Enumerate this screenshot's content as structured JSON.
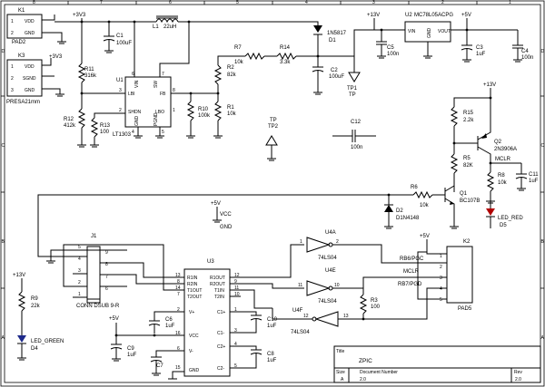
{
  "frame": {
    "col_labels": [
      "8",
      "7",
      "6",
      "5",
      "4",
      "3",
      "2",
      "1"
    ],
    "row_labels": [
      "D",
      "C",
      "B",
      "A"
    ]
  },
  "title_block": {
    "title_label": "Title",
    "title": "ZPIC",
    "size_label": "Size",
    "size": "A",
    "docnum_label": "Document Number",
    "docnum": "2.0",
    "rev_label": "Rev",
    "rev": "2.0"
  },
  "nets": {
    "plus3v3_a": "+3V3",
    "plus3v3_b": "+3V3",
    "plus13v_a": "+13V",
    "plus13v_b": "+13V",
    "plus13v_c": "+13V",
    "plus5v_a": "+5V",
    "plus5v_b": "+5V",
    "plus5v_c": "+5V",
    "plus5v_d": "+5V",
    "vcc": "VCC",
    "gnd": "GND",
    "rb6": "RB6/PGC",
    "mclr": "MCLR",
    "rb7": "RB7/PGD",
    "mclr2": "MCLR"
  },
  "k1": {
    "ref": "K1",
    "name": "PAD2",
    "pin1": "VDD",
    "pin2": "GND",
    "n1": "1",
    "n2": "2"
  },
  "k3": {
    "ref": "K3",
    "name": "PRESA21mm",
    "pin1": "VDD",
    "pin2": "SGND",
    "pin3": "GND",
    "n1": "1",
    "n2": "2",
    "n3": "3"
  },
  "c1": {
    "ref": "C1",
    "val": "100uF"
  },
  "l1": {
    "ref": "L1",
    "val": "22uH"
  },
  "d1": {
    "ref": "1N5817",
    "val": "D1"
  },
  "r11": {
    "ref": "R11",
    "val": "316k"
  },
  "r12": {
    "ref": "R12",
    "val": "412k"
  },
  "r13": {
    "ref": "R13",
    "val": "100"
  },
  "u1": {
    "ref": "U1",
    "name": "LT1303",
    "vin": "VIN",
    "sw": "SW",
    "lbi": "LBI",
    "fb": "FB",
    "shdn": "SHDN",
    "lbo": "LBO",
    "gnd": "GND",
    "pgnd": "PGND",
    "p6": "6",
    "p7": "7",
    "p3": "3",
    "p8": "8",
    "p2": "2",
    "p1": "1",
    "p4": "4",
    "p5": "5"
  },
  "r7": {
    "ref": "R7",
    "val": "10k"
  },
  "r14": {
    "ref": "R14",
    "val": "3.3k"
  },
  "r2": {
    "ref": "R2",
    "val": "82k"
  },
  "r10": {
    "ref": "R10",
    "val": "100k"
  },
  "r1": {
    "ref": "R1",
    "val": "10k"
  },
  "c2": {
    "ref": "C2",
    "val": "100uF"
  },
  "tp1": {
    "ref": "TP1",
    "val": "TP"
  },
  "tp2": {
    "ref": "TP",
    "val": "TP2"
  },
  "c5": {
    "ref": "C5",
    "val": "100n"
  },
  "u2": {
    "ref": "U2",
    "name": "MC78L05ACPG",
    "vin": "VIN",
    "gnd": "GND",
    "vout": "VOUT"
  },
  "c3": {
    "ref": "C3",
    "val": "1uF"
  },
  "c4": {
    "ref": "C4",
    "val": "100n"
  },
  "r15": {
    "ref": "R15",
    "val": "2.2k"
  },
  "c12": {
    "ref": "C12",
    "val": "100n"
  },
  "q2": {
    "ref": "Q2",
    "val": "2N3906A"
  },
  "r5": {
    "ref": "R5",
    "val": "82K"
  },
  "r8": {
    "ref": "R8",
    "val": "10k"
  },
  "c11": {
    "ref": "C11",
    "val": "1uF"
  },
  "r6": {
    "ref": "R6",
    "val": "10k"
  },
  "q1": {
    "ref": "Q1",
    "val": "BC107B"
  },
  "d2": {
    "ref": "D2",
    "val": "D1N4148"
  },
  "d5": {
    "ref": "LED_RED",
    "val": "D5"
  },
  "j1": {
    "ref": "J1",
    "name": "CONN DSUB 9-R",
    "pins": [
      "5",
      "9",
      "4",
      "8",
      "3",
      "7",
      "2",
      "6",
      "1"
    ]
  },
  "u3": {
    "ref": "U3",
    "r1in": "R1IN",
    "r2in": "R2IN",
    "t1out": "T1OUT",
    "t2out": "T2OUT",
    "r1out": "R1OUT",
    "r2out": "R2OUT",
    "t1in": "T1IN",
    "t2in": "T2IN",
    "vp": "V+",
    "vcc": "VCC",
    "vm": "V-",
    "gnd": "GND",
    "c1p": "C1+",
    "c1m": "C1-",
    "c2p": "C2+",
    "c2m": "C2-",
    "p13": "13",
    "p8": "8",
    "p14": "14",
    "p7": "7",
    "p12": "12",
    "p9": "9",
    "p11": "11",
    "p10": "10",
    "p2": "2",
    "p16": "16",
    "p6": "6",
    "p15": "15",
    "p1": "1",
    "p3": "3",
    "p4": "4",
    "p5": "5"
  },
  "u4a": {
    "ref": "U4A",
    "name": "74LS04",
    "pin1": "1",
    "pin2": "2"
  },
  "u4e": {
    "ref": "U4E",
    "name": "74LS04",
    "pin1": "11",
    "pin2": "10"
  },
  "u4f": {
    "ref": "U4F",
    "name": "74LS04",
    "pin1": "13",
    "pin2": "12"
  },
  "k2": {
    "ref": "K2",
    "name": "PAD5",
    "pins": [
      "1",
      "2",
      "3",
      "4",
      "5"
    ]
  },
  "r3": {
    "ref": "R3",
    "val": "100"
  },
  "c6": {
    "ref": "C6",
    "val": "1uF"
  },
  "c10": {
    "ref": "C10",
    "val": "1uF"
  },
  "c8": {
    "ref": "C8",
    "val": "1uF"
  },
  "c9": {
    "ref": "C9",
    "val": "1uF"
  },
  "c7": {
    "ref": "C7",
    "val": ""
  },
  "r9": {
    "ref": "R9",
    "val": "22k"
  },
  "d4": {
    "ref": "LED_GREEN",
    "val": "D4"
  }
}
